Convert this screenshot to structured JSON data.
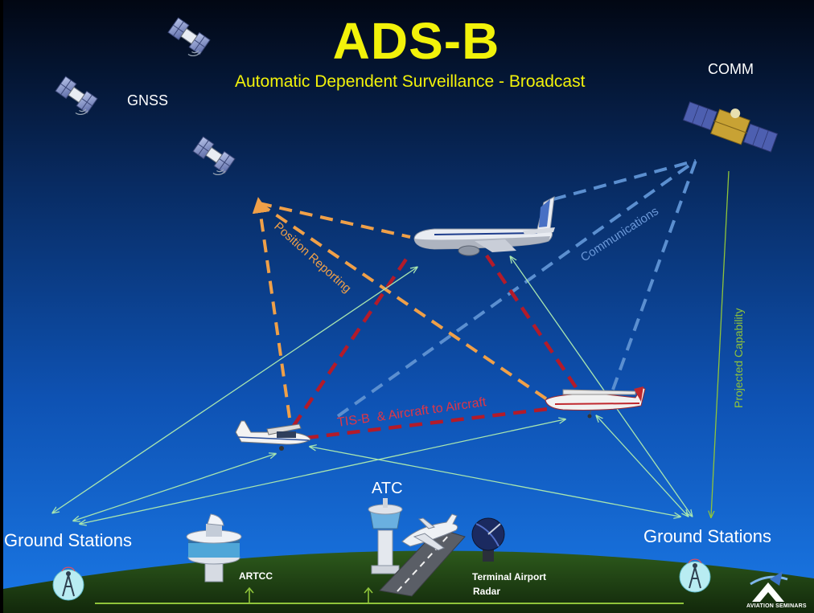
{
  "title": "ADS-B",
  "subtitle": "Automatic Dependent Surveillance - Broadcast",
  "labels": {
    "gnss": "GNSS",
    "comm": "COMM",
    "position_reporting": "Position Reporting",
    "communications": "Communications",
    "projected_capability": "Projected Capability",
    "tisb": "TIS-B  & Aircraft to Aircraft",
    "atc": "ATC",
    "ground_stations_left": "Ground Stations",
    "ground_stations_right": "Ground Stations",
    "artcc": "ARTCC",
    "terminal_airport": "Terminal Airport",
    "radar": "Radar",
    "logo": "AVIATION SEMINARS"
  },
  "colors": {
    "title": "#f2f20a",
    "position_reporting": "#f0a048",
    "communications": "#5b8fd0",
    "tisb": "#b31b2a",
    "projected_capability": "#8fc43a",
    "ground_link": "#a8e6b0",
    "ground": "#1c3a12"
  },
  "icons": [
    "satellite-icon",
    "comm-satellite-icon",
    "airliner-icon",
    "small-aircraft-icon",
    "ground-station-icon",
    "artcc-building-icon",
    "control-tower-icon",
    "runway-icon",
    "radar-dish-icon",
    "business-jet-icon",
    "aviation-seminars-logo"
  ]
}
